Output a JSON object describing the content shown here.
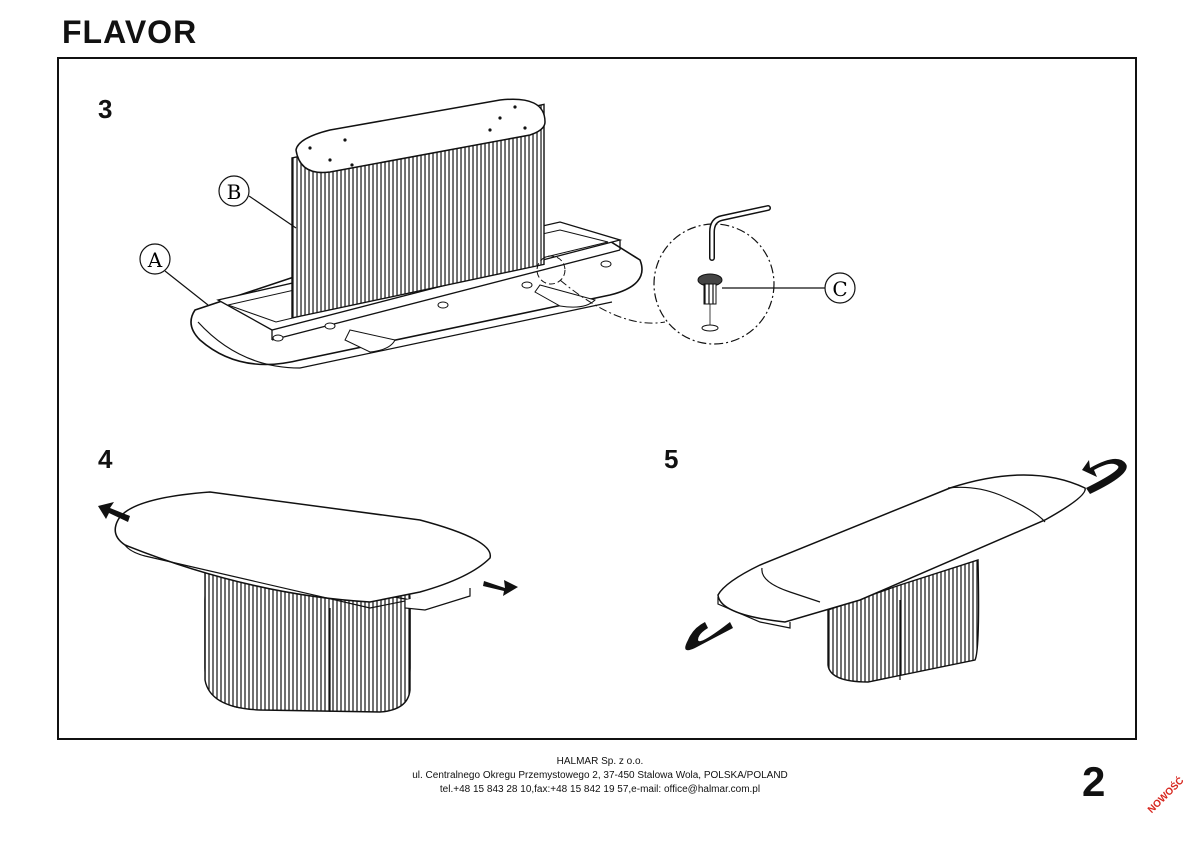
{
  "header": {
    "title": "FLAVOR"
  },
  "steps": [
    {
      "number": "3",
      "labels": {
        "a": "A",
        "b": "B",
        "c": "C"
      }
    },
    {
      "number": "4"
    },
    {
      "number": "5"
    }
  ],
  "footer": {
    "company": "HALMAR Sp. z o.o.",
    "address": "ul. Centralnego Okregu Przemystowego 2, 37-450 Stalowa Wola, POLSKA/POLAND",
    "contact": "tel.+48 15 843 28 10,fax:+48 15 842 19 57,e-mail: office@halmar.com.pl"
  },
  "page_number": "2",
  "stamp": "NOWOŚĆ"
}
